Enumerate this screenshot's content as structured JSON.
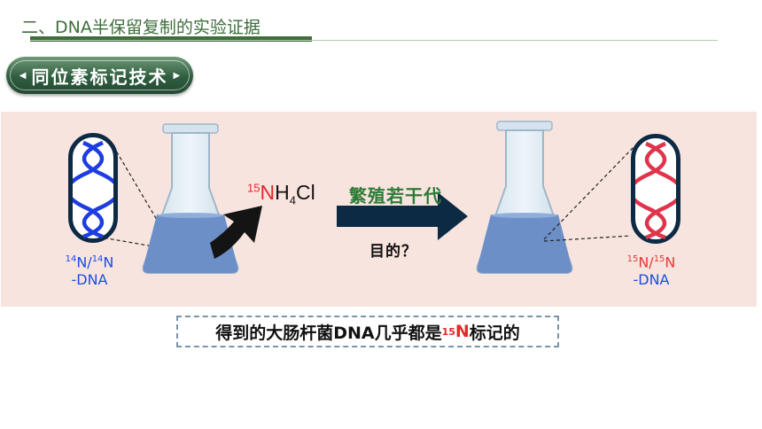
{
  "header": {
    "title": "二、DNA半保留复制的实验证据"
  },
  "section_tag": {
    "label": "同位素标记技术"
  },
  "left_cell": {
    "isotope_a": "14",
    "isotope_b": "14",
    "element": "N",
    "separator": "/",
    "suffix": "-DNA"
  },
  "right_cell": {
    "isotope_a": "15",
    "isotope_b": "15",
    "element": "N",
    "separator": "/",
    "suffix": "-DNA"
  },
  "reagent": {
    "isotope": "15",
    "formula_a": "NH",
    "subscript": "4",
    "formula_b": "Cl"
  },
  "process": {
    "label": "繁殖若干代",
    "question": "目的？"
  },
  "conclusion": {
    "before": "得到的大肠杆菌DNA几乎都是",
    "isotope": "15",
    "element": "N",
    "after": "标记的"
  },
  "colors": {
    "green": "#3f6e3c",
    "blue": "#1a4ee0",
    "red": "#e53838",
    "navy": "#0d2a44",
    "panel": "#f8e4df"
  }
}
